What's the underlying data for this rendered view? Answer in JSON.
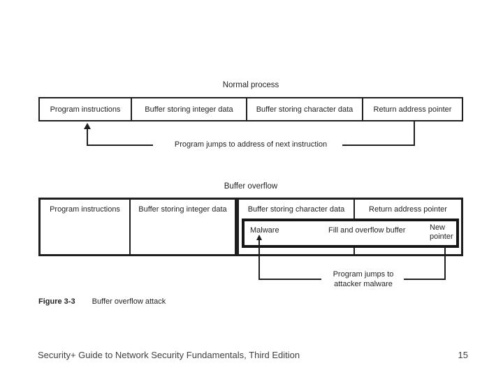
{
  "slide": {
    "ink_color": "#1f1f1f",
    "background_color": "#ffffff",
    "caption_label": "Figure 3-3",
    "caption_text": "Buffer overflow attack",
    "footer_left": "Security+ Guide to Network Security Fundamentals, Third Edition",
    "page_number": "15"
  },
  "normal_process": {
    "title": "Normal process",
    "cells": [
      "Program instructions",
      "Buffer storing integer data",
      "Buffer storing character data",
      "Return address pointer"
    ],
    "arrow_label": "Program jumps to address of next instruction"
  },
  "buffer_overflow": {
    "title": "Buffer overflow",
    "cells": [
      "Program instructions",
      "Buffer storing integer data",
      "Buffer storing character data",
      "Return address pointer"
    ],
    "overlay": {
      "malware": "Malware",
      "fill": "Fill and overflow buffer",
      "new_pointer_line1": "New",
      "new_pointer_line2": "pointer"
    },
    "jump_label_line1": "Program jumps to",
    "jump_label_line2": "attacker malware"
  }
}
